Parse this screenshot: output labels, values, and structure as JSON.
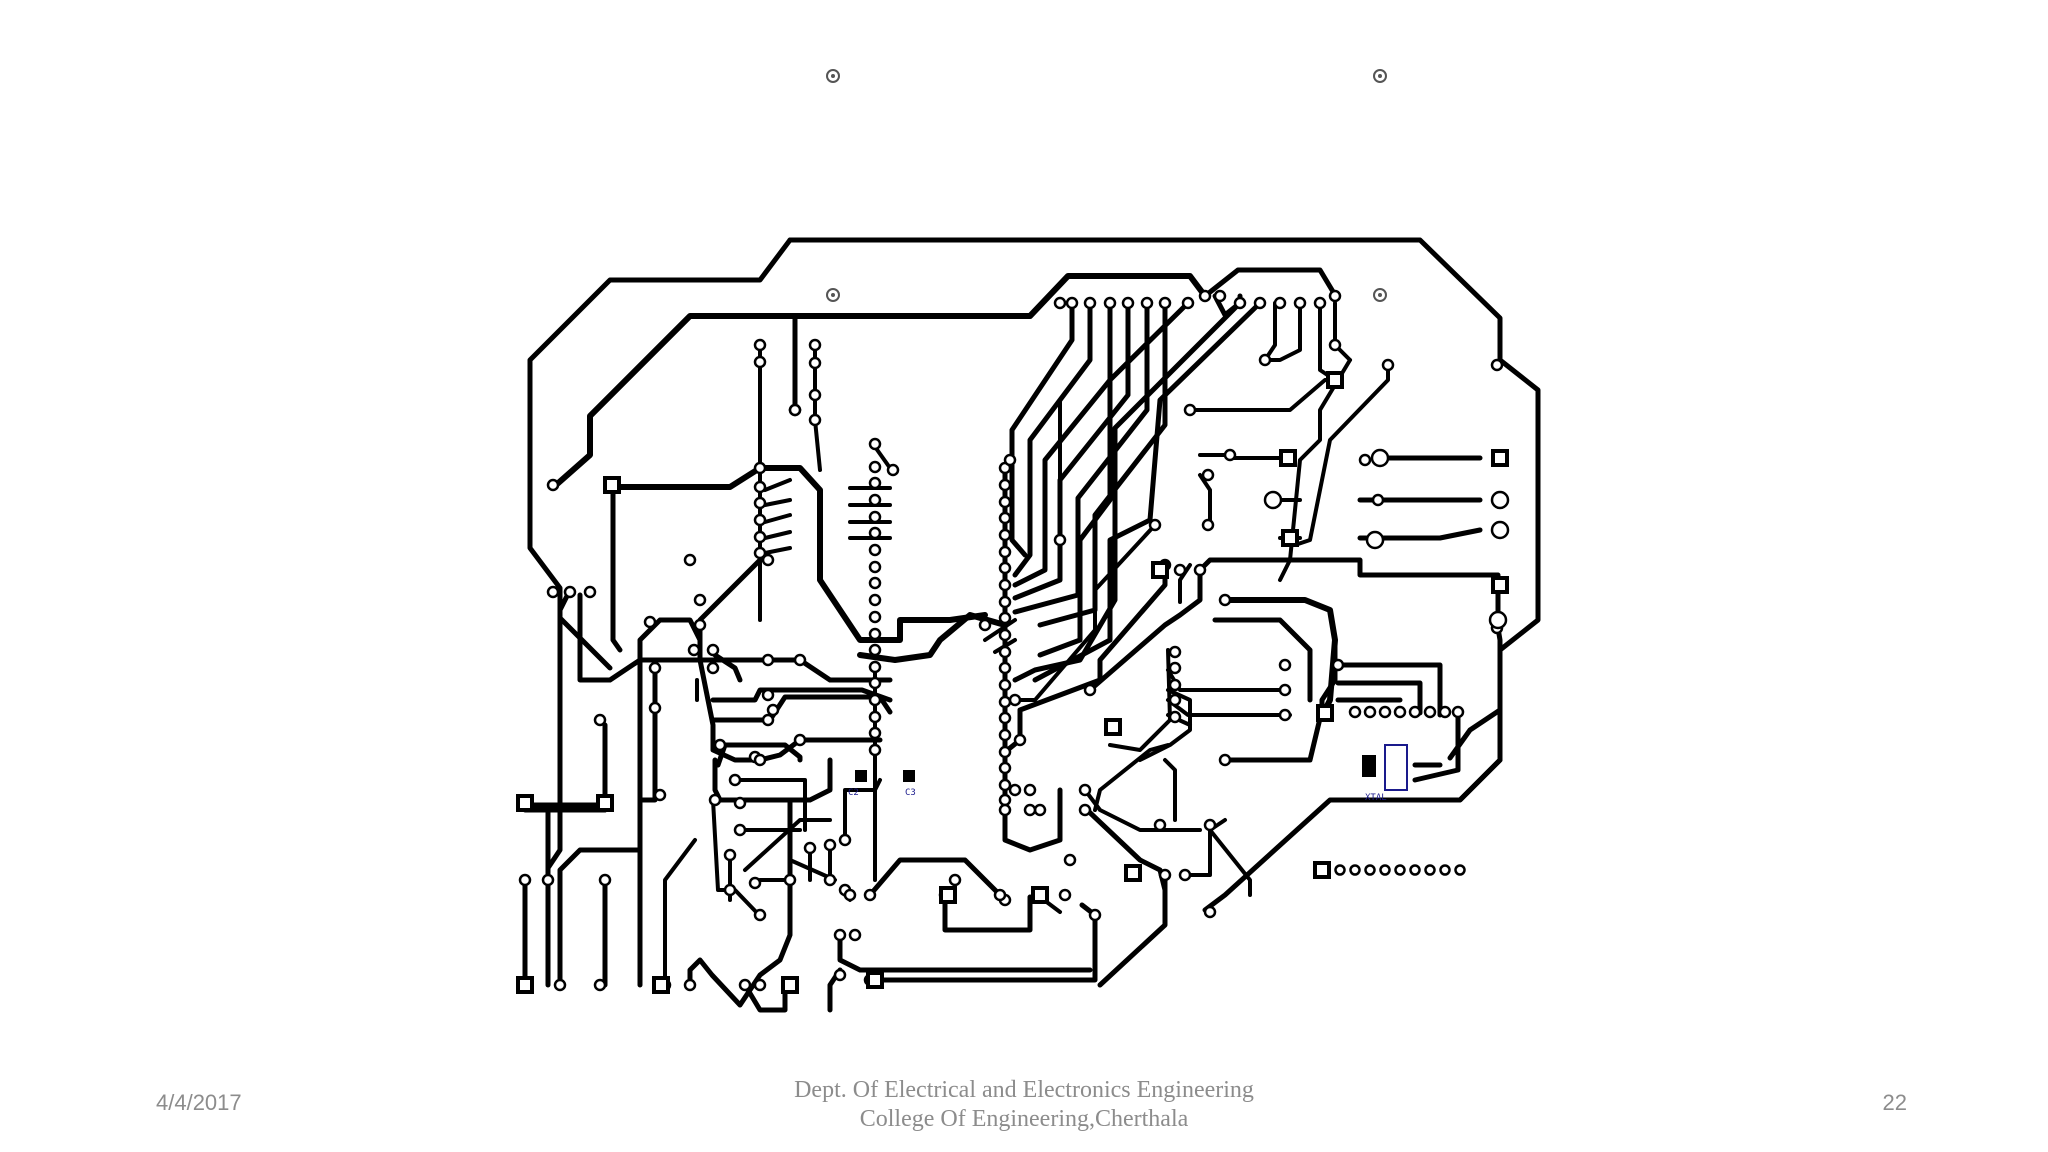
{
  "slide": {
    "footer": {
      "date": "4/4/2017",
      "department": "Dept. Of Electrical and Electronics Engineering",
      "college": "College Of Engineering,Cherthala",
      "page_number": "22"
    }
  },
  "pcb": {
    "trace_color": "#000000",
    "pad_fill": "#ffffff",
    "label_color": "#1a1a8c",
    "component_labels": [
      "C2",
      "C3",
      "XTAL"
    ]
  }
}
